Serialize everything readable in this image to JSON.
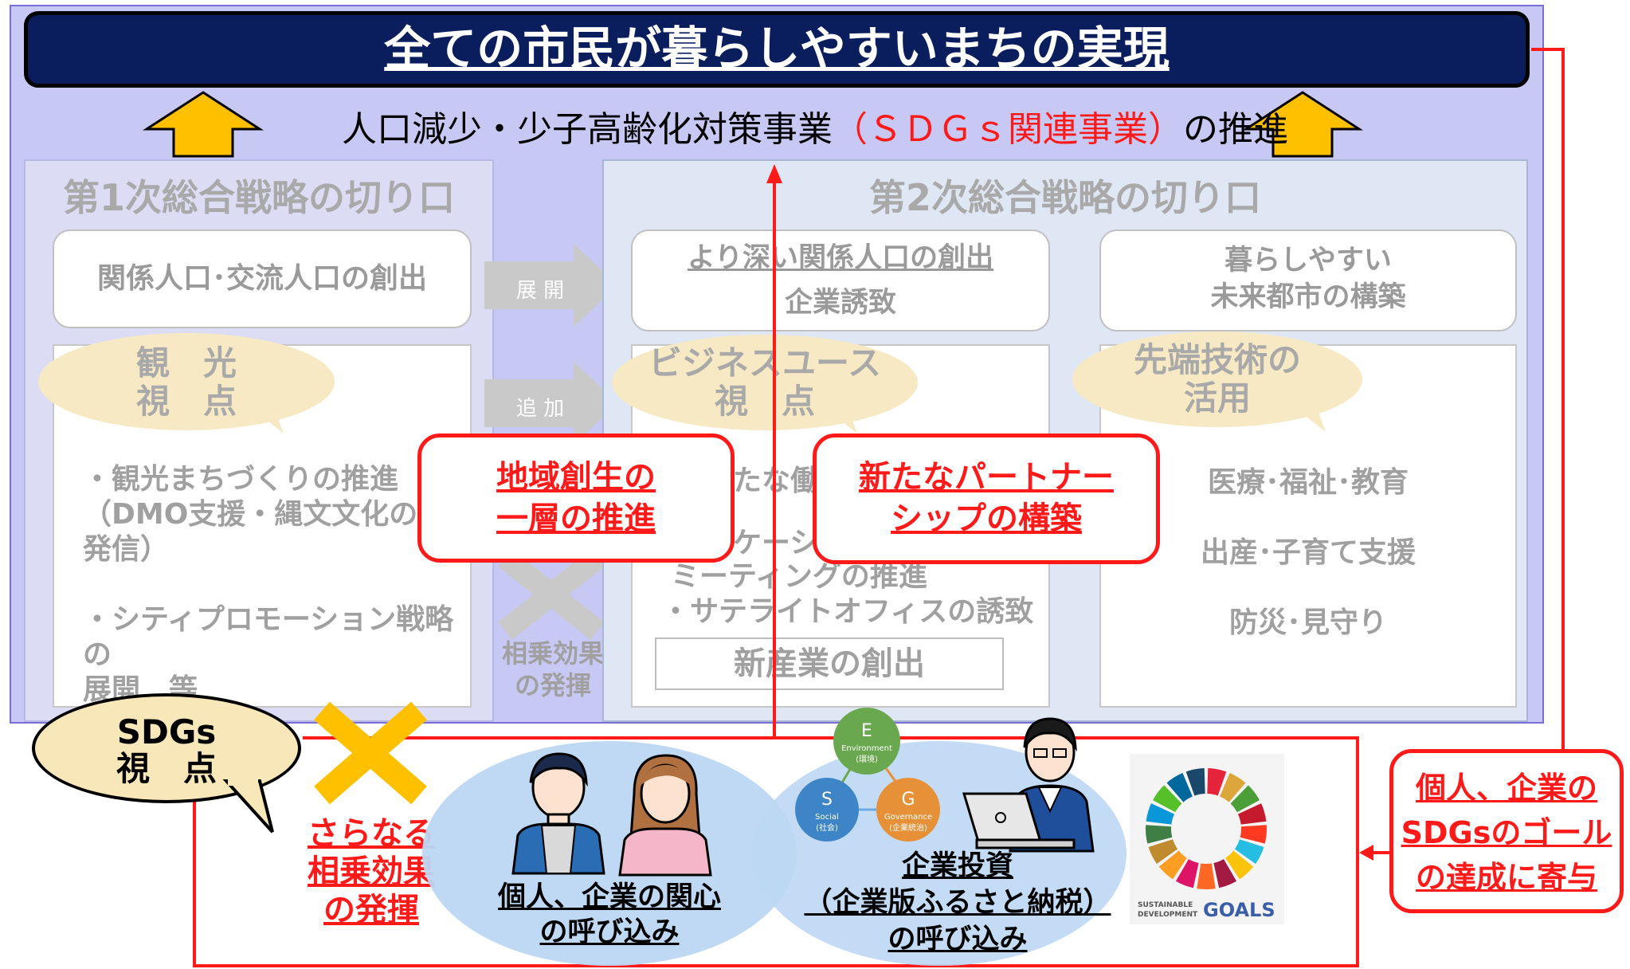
{
  "goal_banner": "全ての市民が暮らしやすいまちの実現",
  "subtitle": {
    "before": "人口減少・少子高齢化対策事業",
    "highlight": "（ＳＤＧｓ関連事業）",
    "after": "の推進"
  },
  "strategy1": {
    "title": "第1次総合戦略の切り口",
    "box": "関係人口･交流人口の創出",
    "bubble_line1": "観　光",
    "bubble_line2": "視　点",
    "items": [
      "・観光まちづくりの推進",
      "（DMO支援・縄文文化の",
      "発信）",
      "・シティプロモーション戦略の",
      "展開　等"
    ]
  },
  "arrows": {
    "expand": "展 開",
    "add": "追 加",
    "synergy_line1": "相乗効果",
    "synergy_line2": "の発揮"
  },
  "strategy2": {
    "title": "第2次総合戦略の切り口",
    "box1_line1": "より深い関係人口の創出",
    "box1_line2": "企業誘致",
    "box2_line1": "暮らしやすい",
    "box2_line2": "未来都市の構築",
    "business_bubble_line1": "ビジネスユース",
    "business_bubble_line2": "視　点",
    "business_items": [
      "たな働",
      "ケーシ",
      "ミーティングの推進",
      "・サテライトオフィスの誘致"
    ],
    "new_industry": "新産業の創出",
    "tech_bubble_line1": "先端技術の",
    "tech_bubble_line2": "活用",
    "tech_items": [
      "医療･福祉･教育",
      "出産･子育て支援",
      "防災･見守り"
    ]
  },
  "callouts": {
    "regional_line1": "地域創生の",
    "regional_line2": "一層の推進",
    "partner_line1": "新たなパートナー",
    "partner_line2": "シップの構築",
    "contribution_line1": "個人、企業の",
    "contribution_line2": "SDGsのゴール",
    "contribution_line3": "の達成に寄与"
  },
  "sdgs_bubble": {
    "line1": "SDGs",
    "line2": "視　点"
  },
  "synergy_red": {
    "line1": "さらなる",
    "line2": "相乗効果",
    "line3": "の発揮"
  },
  "individual_label_line1": "個人、企業の関心",
  "individual_label_line2": "の呼び込み",
  "corporate_label_line1": "企業投資",
  "corporate_label_line2": "（企業版ふるさと納税）",
  "corporate_label_line3": "の呼び込み",
  "esg": {
    "e_letter": "E",
    "e_en": "Environment",
    "e_jp": "(環境)",
    "s_letter": "S",
    "s_en": "Social",
    "s_jp": "(社会)",
    "g_letter": "G",
    "g_en": "Governance",
    "g_jp": "(企業統治)"
  },
  "sdgs_logo": {
    "line1": "SUSTAINABLE",
    "line2": "DEVELOPMENT",
    "goals": "GOALS"
  },
  "colors": {
    "accent_red": "#ff1a1a",
    "navy": "#0a1e5e",
    "arrow_yellow": "#ffc000"
  }
}
